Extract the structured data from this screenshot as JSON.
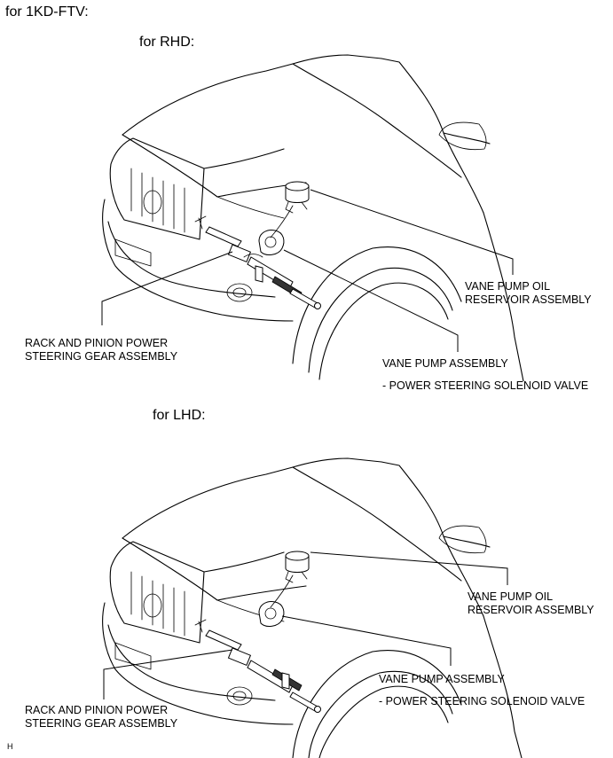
{
  "engine_label": "for 1KD-FTV:",
  "figure_id": "H",
  "views": [
    {
      "heading": "for RHD:",
      "labels": {
        "reservoir": [
          "VANE PUMP OIL",
          "RESERVOIR ASSEMBLY"
        ],
        "pump": "VANE PUMP ASSEMBLY",
        "solenoid": "- POWER STEERING SOLENOID VALVE",
        "rack": [
          "RACK AND PINION POWER",
          "STEERING GEAR ASSEMBLY"
        ]
      }
    },
    {
      "heading": "for LHD:",
      "labels": {
        "reservoir": [
          "VANE PUMP OIL",
          "RESERVOIR ASSEMBLY"
        ],
        "pump": "VANE PUMP ASSEMBLY",
        "solenoid": "- POWER STEERING SOLENOID VALVE",
        "rack": [
          "RACK AND PINION POWER",
          "STEERING GEAR ASSEMBLY"
        ]
      }
    }
  ]
}
